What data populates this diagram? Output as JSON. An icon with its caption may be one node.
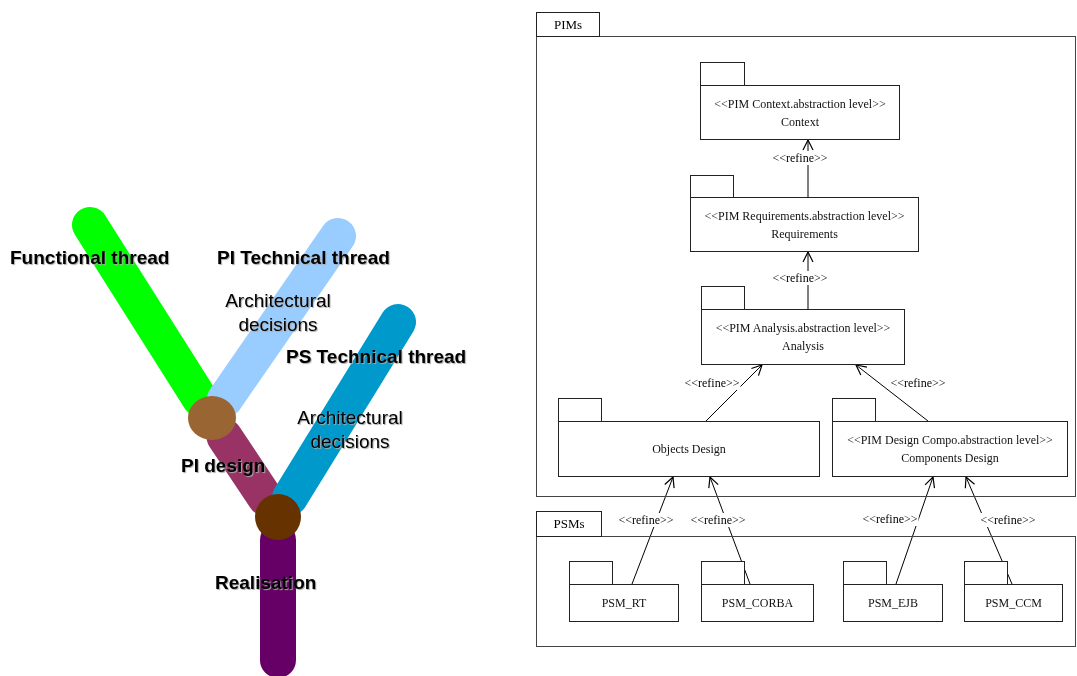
{
  "diagram": {
    "nodes": [
      {
        "text": [
          "PIMs"
        ]
      },
      {
        "text": [
          "<<PIM Context.abstraction level>>",
          "Context"
        ],
        "in": 0
      },
      {
        "text": [
          "<<PIM Requirements.abstraction level>>",
          "Requirements"
        ],
        "in": 0
      },
      {
        "text": [
          "<<PIM Analysis.abstraction level>>",
          "Analysis"
        ],
        "in": 0
      },
      {
        "text": [
          "Objects Design"
        ],
        "in": 0
      },
      {
        "text": [
          "<<PIM Design Compo.abstraction level>>",
          "Components Design"
        ],
        "in": 0
      },
      {
        "text": [
          "PSMs"
        ]
      },
      {
        "text": [
          "PSM_RT"
        ],
        "in": 6
      },
      {
        "text": [
          "PSM_CORBA"
        ],
        "in": 6
      },
      {
        "text": [
          "PSM_EJB"
        ],
        "in": 6
      },
      {
        "text": [
          "PSM_CCM"
        ],
        "in": 6
      },
      {
        "text": [],
        "shape": "circle"
      },
      {
        "text": [],
        "shape": "circle"
      }
    ],
    "edges": [
      {
        "from": 2,
        "to": 1,
        "arrow": "to",
        "label": "<<refine>>"
      },
      {
        "from": 3,
        "to": 2,
        "arrow": "to",
        "label": "<<refine>>"
      },
      {
        "from": 4,
        "to": 3,
        "arrow": "to",
        "label": "<<refine>>"
      },
      {
        "from": 5,
        "to": 3,
        "arrow": "to",
        "label": "<<refine>>"
      },
      {
        "from": 7,
        "to": 4,
        "arrow": "to",
        "label": "<<refine>>"
      },
      {
        "from": 8,
        "to": 4,
        "arrow": "to",
        "label": "<<refine>>"
      },
      {
        "from": 9,
        "to": 5,
        "arrow": "to",
        "label": "<<refine>>"
      },
      {
        "from": 10,
        "to": 5,
        "arrow": "to",
        "label": "<<refine>>"
      },
      {
        "from": null,
        "to": 11,
        "arrow": "none",
        "style": "thick",
        "color": "#00ff00"
      },
      {
        "from": null,
        "to": 11,
        "arrow": "none",
        "style": "thick",
        "color": "#99ccff"
      },
      {
        "from": 11,
        "to": 12,
        "arrow": "none",
        "style": "thick",
        "color": "#993366"
      },
      {
        "from": null,
        "to": 12,
        "arrow": "none",
        "style": "thick",
        "color": "#0099cc"
      },
      {
        "from": 12,
        "to": null,
        "arrow": "none",
        "style": "thick",
        "color": "#660066"
      }
    ],
    "labels": [
      "Functional thread",
      "PI Technical thread",
      "Architectural decisions",
      "PS Technical thread",
      "Architectural decisions",
      "PI design",
      "Realisation"
    ]
  }
}
